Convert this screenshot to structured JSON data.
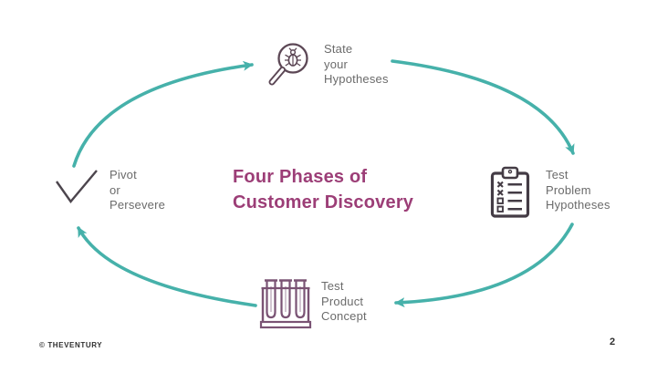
{
  "slide": {
    "title_line1": "Four Phases of",
    "title_line2": "Customer Discovery",
    "footer_logo": "© THEVENTURY",
    "page_number": "2"
  },
  "phases": [
    {
      "id": "state-hypotheses",
      "label": "State\nyour\nHypotheses",
      "icon": "magnifier-bug-icon"
    },
    {
      "id": "test-problem",
      "label": "Test\nProblem\nHypotheses",
      "icon": "clipboard-checklist-icon"
    },
    {
      "id": "test-product",
      "label": "Test\nProduct\nConcept",
      "icon": "test-tubes-icon"
    },
    {
      "id": "pivot-persevere",
      "label": "Pivot\nor\nPersevere",
      "icon": "checkmark-icon"
    }
  ],
  "cycle_arrows": [
    {
      "id": "arrow-left-to-top",
      "direction": "up-right,  ends pointing right at top icon"
    },
    {
      "id": "arrow-top-to-right",
      "direction": "down-right, ends pointing down at right icon"
    },
    {
      "id": "arrow-right-to-bottom",
      "direction": "down-left,  ends pointing left at bottom icon"
    },
    {
      "id": "arrow-bottom-to-left",
      "direction": "up-left,    ends pointing up at left icon"
    }
  ],
  "colors": {
    "arrow_teal": "#46b1aa",
    "title_purple": "#9c3e77",
    "label_grey": "#6b6b6b",
    "icon_dark": "#443c45",
    "icon_plum": "#5c4755",
    "icon_tube": "#7a5374",
    "icon_check": "#4c454d",
    "footer_dark": "#2f2f2f"
  }
}
